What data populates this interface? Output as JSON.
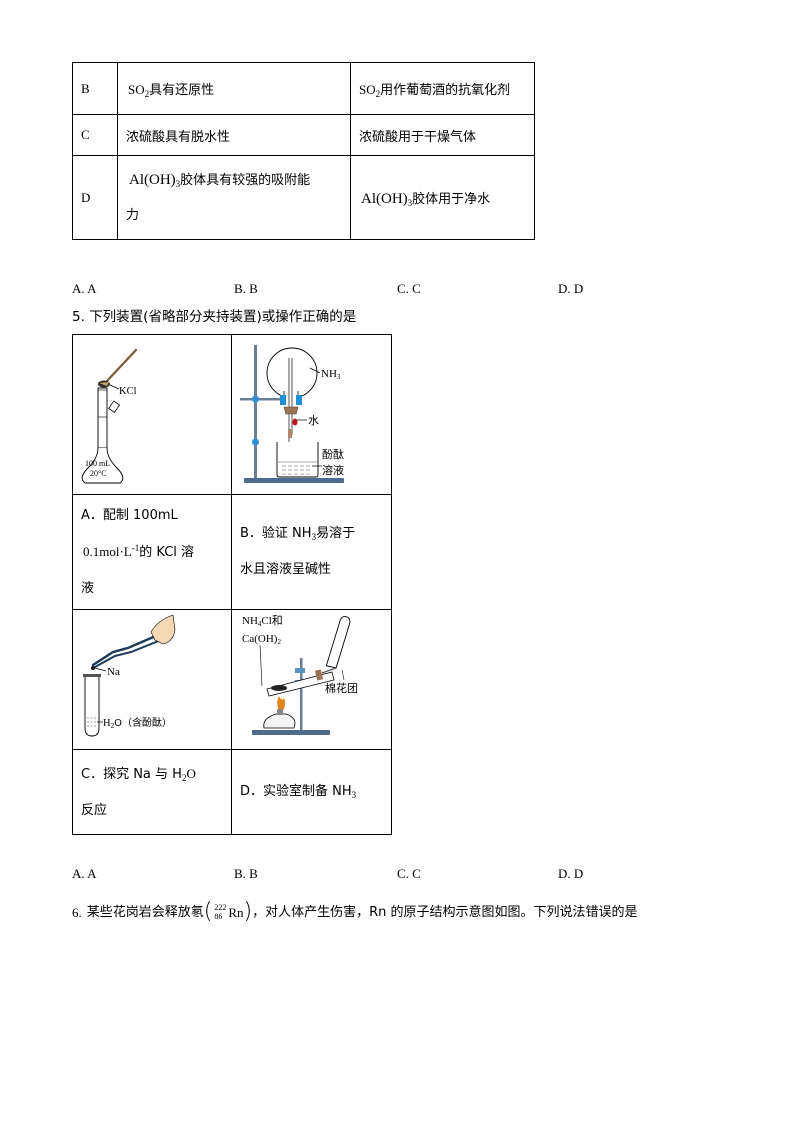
{
  "table1": {
    "rows": [
      {
        "key": "B",
        "property": {
          "formula": "SO",
          "sub": "2",
          "text": "具有还原性"
        },
        "use": {
          "formula": "SO",
          "sub": "2",
          "text": "用作葡萄酒的抗氧化剂"
        }
      },
      {
        "key": "C",
        "property": {
          "text": "浓硫酸具有脱水性"
        },
        "use": {
          "text": "浓硫酸用于干燥气体"
        }
      },
      {
        "key": "D",
        "property": {
          "formula": "Al(OH)",
          "sub": "3",
          "text": "胶体具有较强的吸附能",
          "text2": "力"
        },
        "use": {
          "formula": "Al(OH)",
          "sub": "3",
          "text": "胶体用于净水"
        }
      }
    ]
  },
  "q4_choices": [
    "A. A",
    "B. B",
    "C. C",
    "D. D"
  ],
  "question5": {
    "number": "5.",
    "stem": "下列装置(省略部分夹持装置)或操作正确的是",
    "cells": {
      "A": {
        "figure_labels": {
          "reagent": "KCl",
          "flask_volume": "100 mL",
          "flask_temp": "20°C"
        },
        "caption_line1": "A．配制 100mL",
        "caption_line2_pre": "0.1mol·L",
        "caption_line2_sup": "-1",
        "caption_line2_post": "的 KCl 溶",
        "caption_line3": "液"
      },
      "B": {
        "figure_labels": {
          "gas": "NH",
          "gas_sub": "3",
          "water": "水",
          "indicator_1": "酚酞",
          "indicator_2": "溶液"
        },
        "caption_pre": "B．验证 NH",
        "caption_sub": "3",
        "caption_post": "易溶于",
        "caption_line2": "水且溶液呈碱性"
      },
      "C": {
        "figure_labels": {
          "metal": "Na",
          "water_pre": "H",
          "water_sub": "2",
          "water_post": "O（含酚酞）"
        },
        "caption_pre": "C．探究 Na 与 H",
        "caption_sub": "2",
        "caption_post": "O",
        "caption_line2": "反应"
      },
      "D": {
        "figure_labels": {
          "reagent1_pre": "NH",
          "reagent1_sub": "4",
          "reagent1_post": "Cl和",
          "reagent2_pre": "Ca(OH)",
          "reagent2_sub": "2",
          "cotton": "棉花团"
        },
        "caption_pre": "D．实验室制备 NH",
        "caption_sub": "3"
      }
    }
  },
  "q5_choices": [
    "A. A",
    "B. B",
    "C. C",
    "D. D"
  ],
  "question6": {
    "number": "6.",
    "stem_pre": "某些花岗岩会释放氡",
    "nuclide_mass": "222",
    "nuclide_atomic": "86",
    "nuclide_symbol": "Rn",
    "stem_post": "，对人体产生伤害，Rn 的原子结构示意图如图。下列说法错误的是"
  }
}
